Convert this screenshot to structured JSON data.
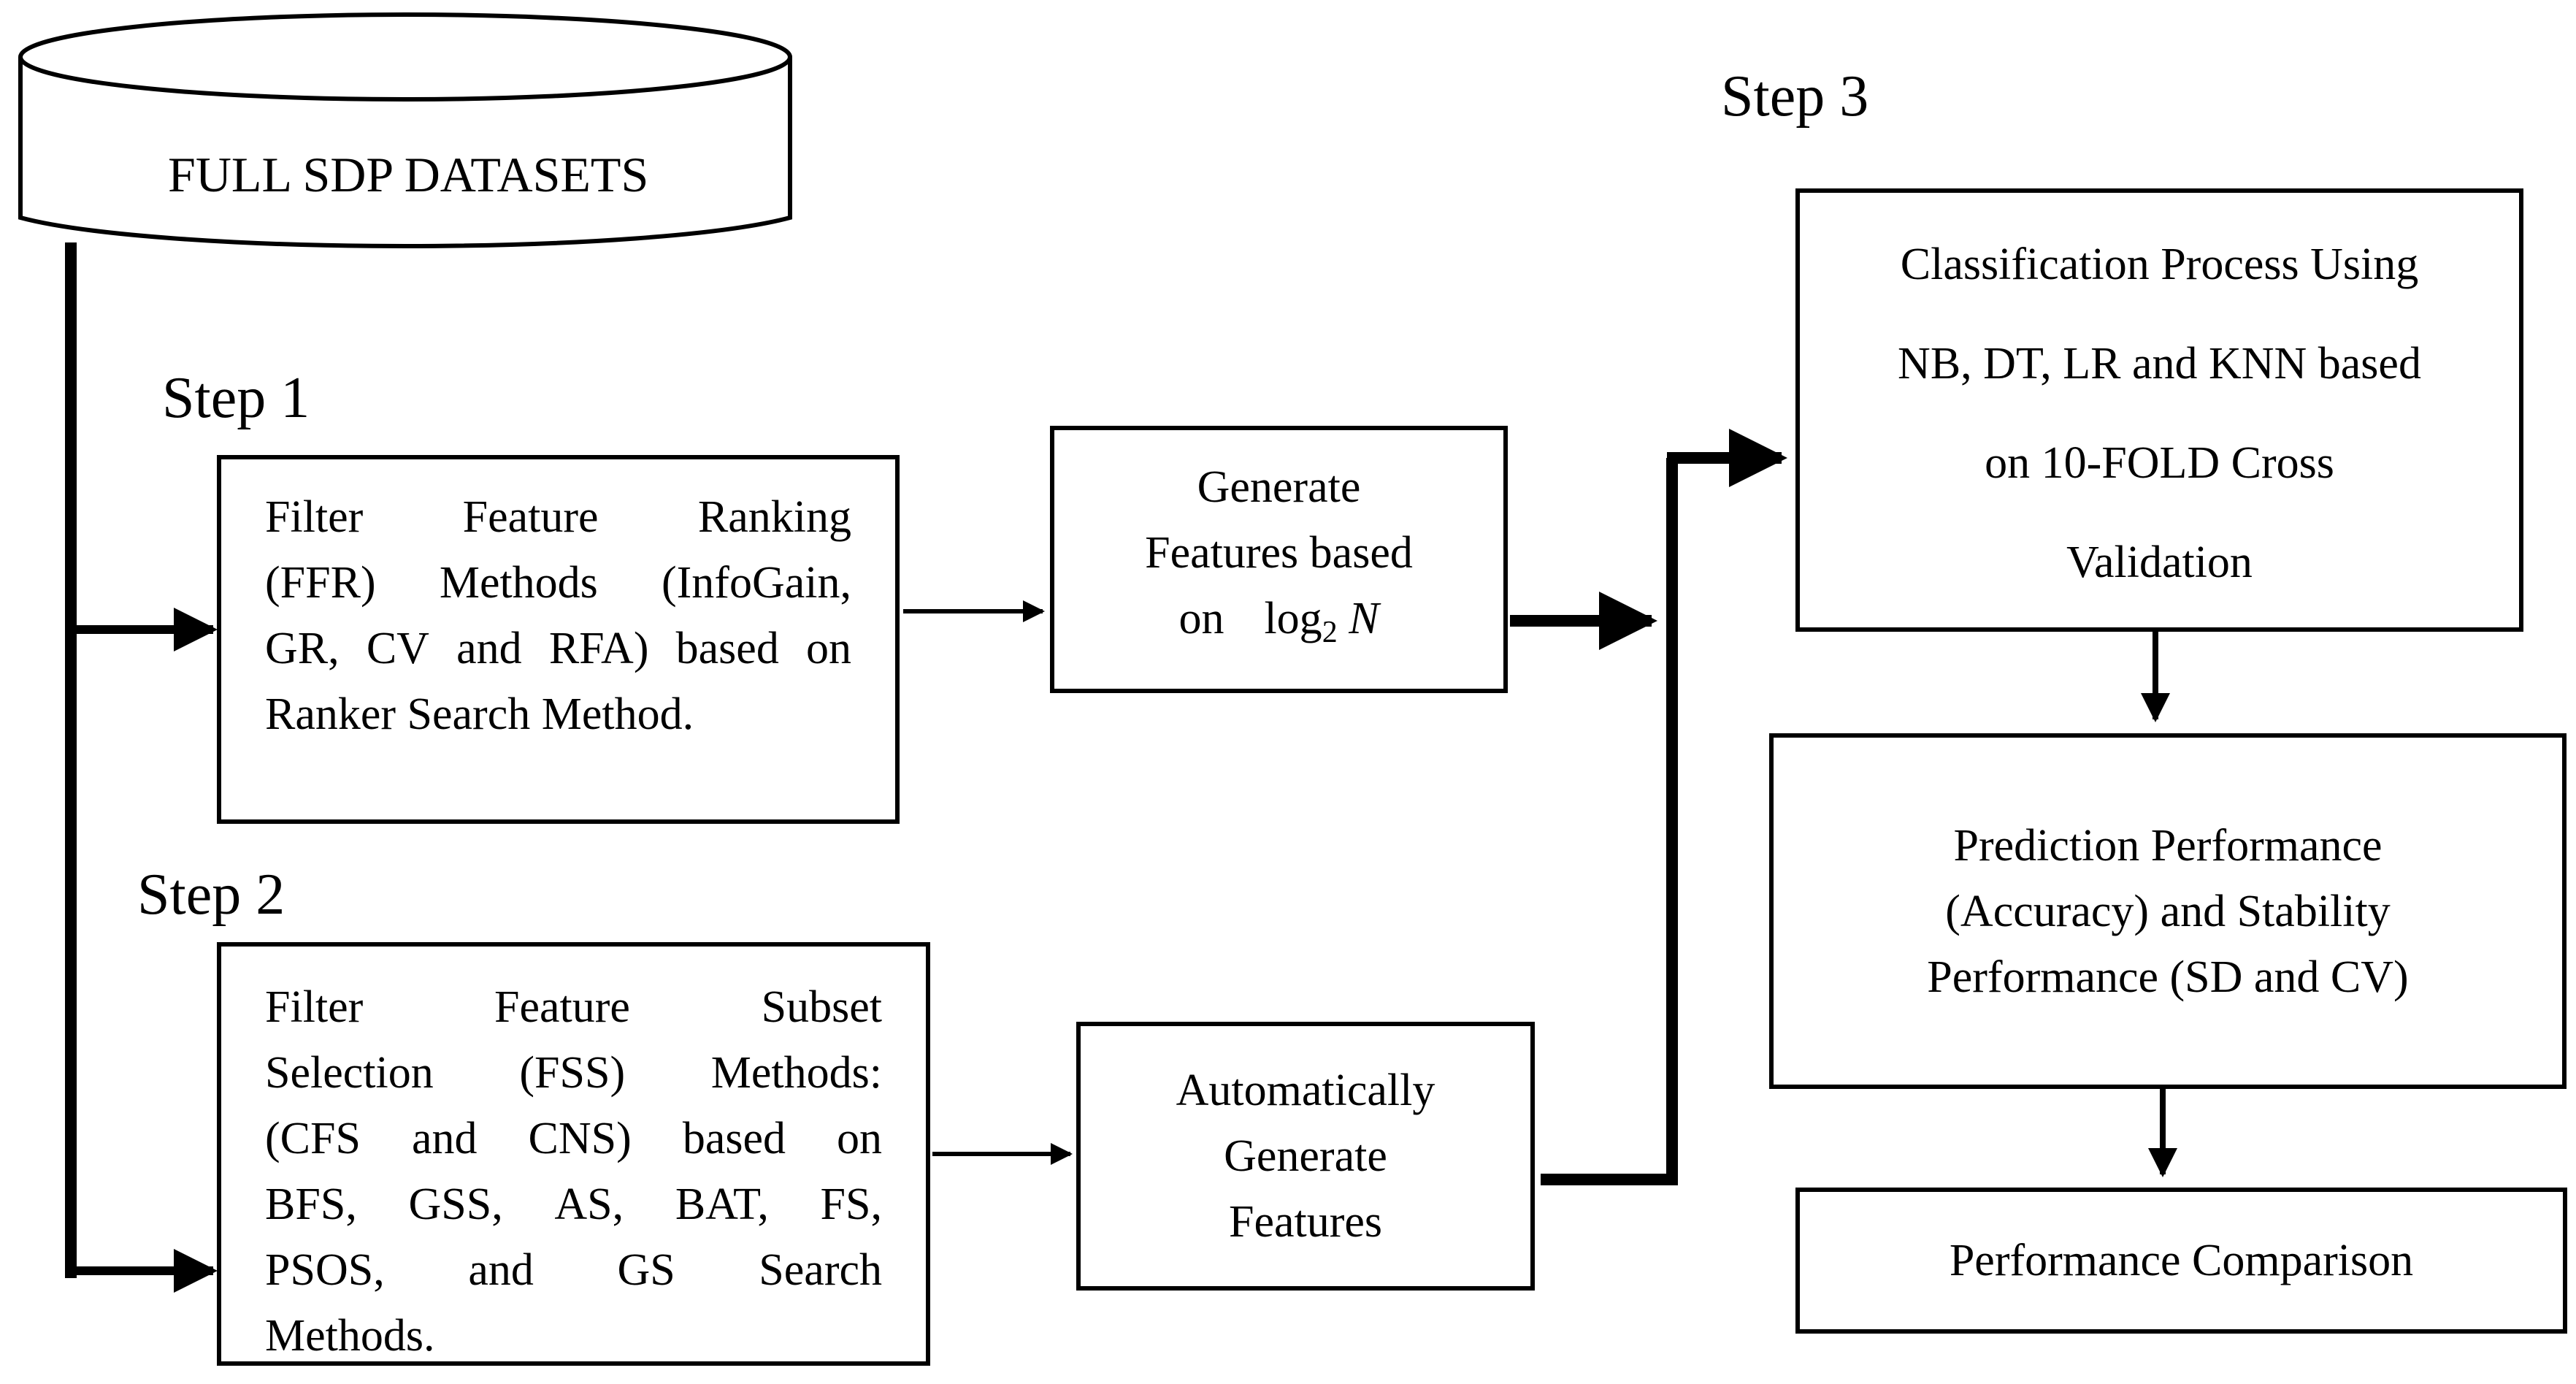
{
  "database": {
    "label": "FULL SDP DATASETS"
  },
  "steps": {
    "step1": "Step 1",
    "step2": "Step 2",
    "step3": "Step 3"
  },
  "ffr_box": {
    "lines": [
      [
        "Filter",
        "Feature",
        "Ranking"
      ],
      [
        "(FFR)",
        "Methods",
        "(InfoGain,"
      ],
      [
        "GR,",
        "CV",
        "and",
        "RFA)",
        "based",
        "on"
      ],
      [
        "Ranker Search Method."
      ]
    ]
  },
  "fss_box": {
    "lines": [
      [
        "Filter",
        "Feature",
        "Subset"
      ],
      [
        "Selection",
        "(FSS)",
        "Methods:"
      ],
      [
        "(CFS",
        "and",
        "CNS)",
        "based",
        "on"
      ],
      [
        "BFS,",
        "GSS,",
        "AS,",
        "BAT,",
        "FS,"
      ],
      [
        "PSOS,",
        "and",
        "GS",
        "Search"
      ],
      [
        "Methods."
      ]
    ]
  },
  "generate_log_box": {
    "line1": "Generate",
    "line2": "Features based",
    "line3_prefix": "on",
    "math_log": "log",
    "math_base": "2",
    "math_var": "N"
  },
  "auto_generate_box": {
    "line1": "Automatically",
    "line2": "Generate",
    "line3": "Features"
  },
  "classification_box": {
    "line1": "Classification Process Using",
    "line2": "NB, DT, LR and KNN based",
    "line3": "on 10-FOLD Cross",
    "line4": "Validation"
  },
  "prediction_box": {
    "line1": "Prediction Performance",
    "line2": "(Accuracy) and Stability",
    "line3": "Performance (SD and CV)"
  },
  "comparison_box": {
    "label": "Performance Comparison"
  }
}
